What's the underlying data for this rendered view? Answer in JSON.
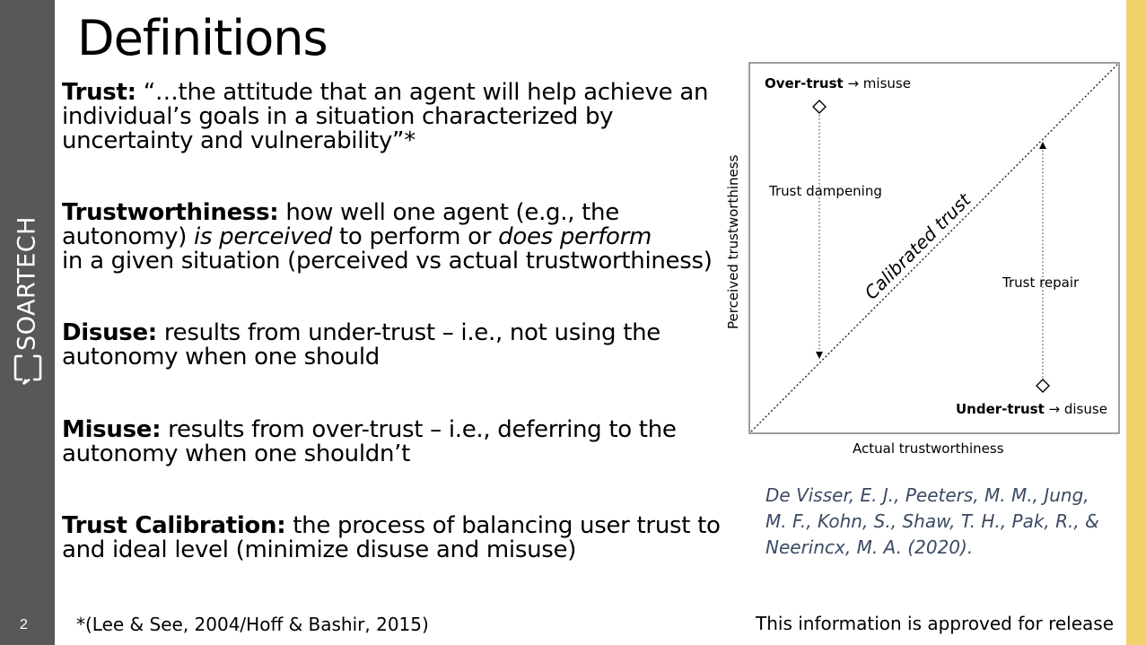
{
  "slide": {
    "title": "Definitions",
    "page_number": "2",
    "brand": "SOARTECH",
    "footnote": "*(Lee & See, 2004/Hoff & Bashir, 2015)",
    "release_notice": "This information is approved for release"
  },
  "definitions": [
    {
      "term": "Trust:",
      "lines": [
        "“…the attitude that an agent will help achieve an",
        "individual’s goals in a situation characterized by",
        "uncertainty and vulnerability”*"
      ]
    },
    {
      "term": "Trustworthiness:",
      "line1": "how well one agent (e.g., the",
      "line2_a": "autonomy) ",
      "line2_em1": "is perceived",
      "line2_b": " to perform or ",
      "line2_em2": "does perform",
      "line3": "in a given situation (perceived vs actual trustworthiness)"
    },
    {
      "term": "Disuse:",
      "lines": [
        "results from under-trust – i.e., not using the",
        "autonomy when one should"
      ]
    },
    {
      "term": "Misuse:",
      "lines": [
        "results from over-trust – i.e., deferring to the",
        "autonomy when one shouldn’t"
      ]
    },
    {
      "term": "Trust Calibration:",
      "lines": [
        "the process of balancing user trust to",
        "and ideal level (minimize disuse and misuse)"
      ]
    }
  ],
  "figure": {
    "over_trust_bold": "Over-trust",
    "over_trust_rest": "→ misuse",
    "under_trust_bold": "Under-trust",
    "under_trust_rest": "→ disuse",
    "dampening": "Trust dampening",
    "repair": "Trust repair",
    "diagonal": "Calibrated trust",
    "xlabel": "Actual trustworthiness",
    "ylabel": "Perceived trustworthiness"
  },
  "citation": [
    "De Visser, E. J., Peeters, M. M., Jung,",
    "M. F., Kohn, S., Shaw, T. H., Pak, R., &",
    "Neerincx, M. A. (2020)."
  ],
  "colors": {
    "left_bar": "#585858",
    "right_bar": "#f2d16b",
    "citation": "#3b4a63"
  }
}
